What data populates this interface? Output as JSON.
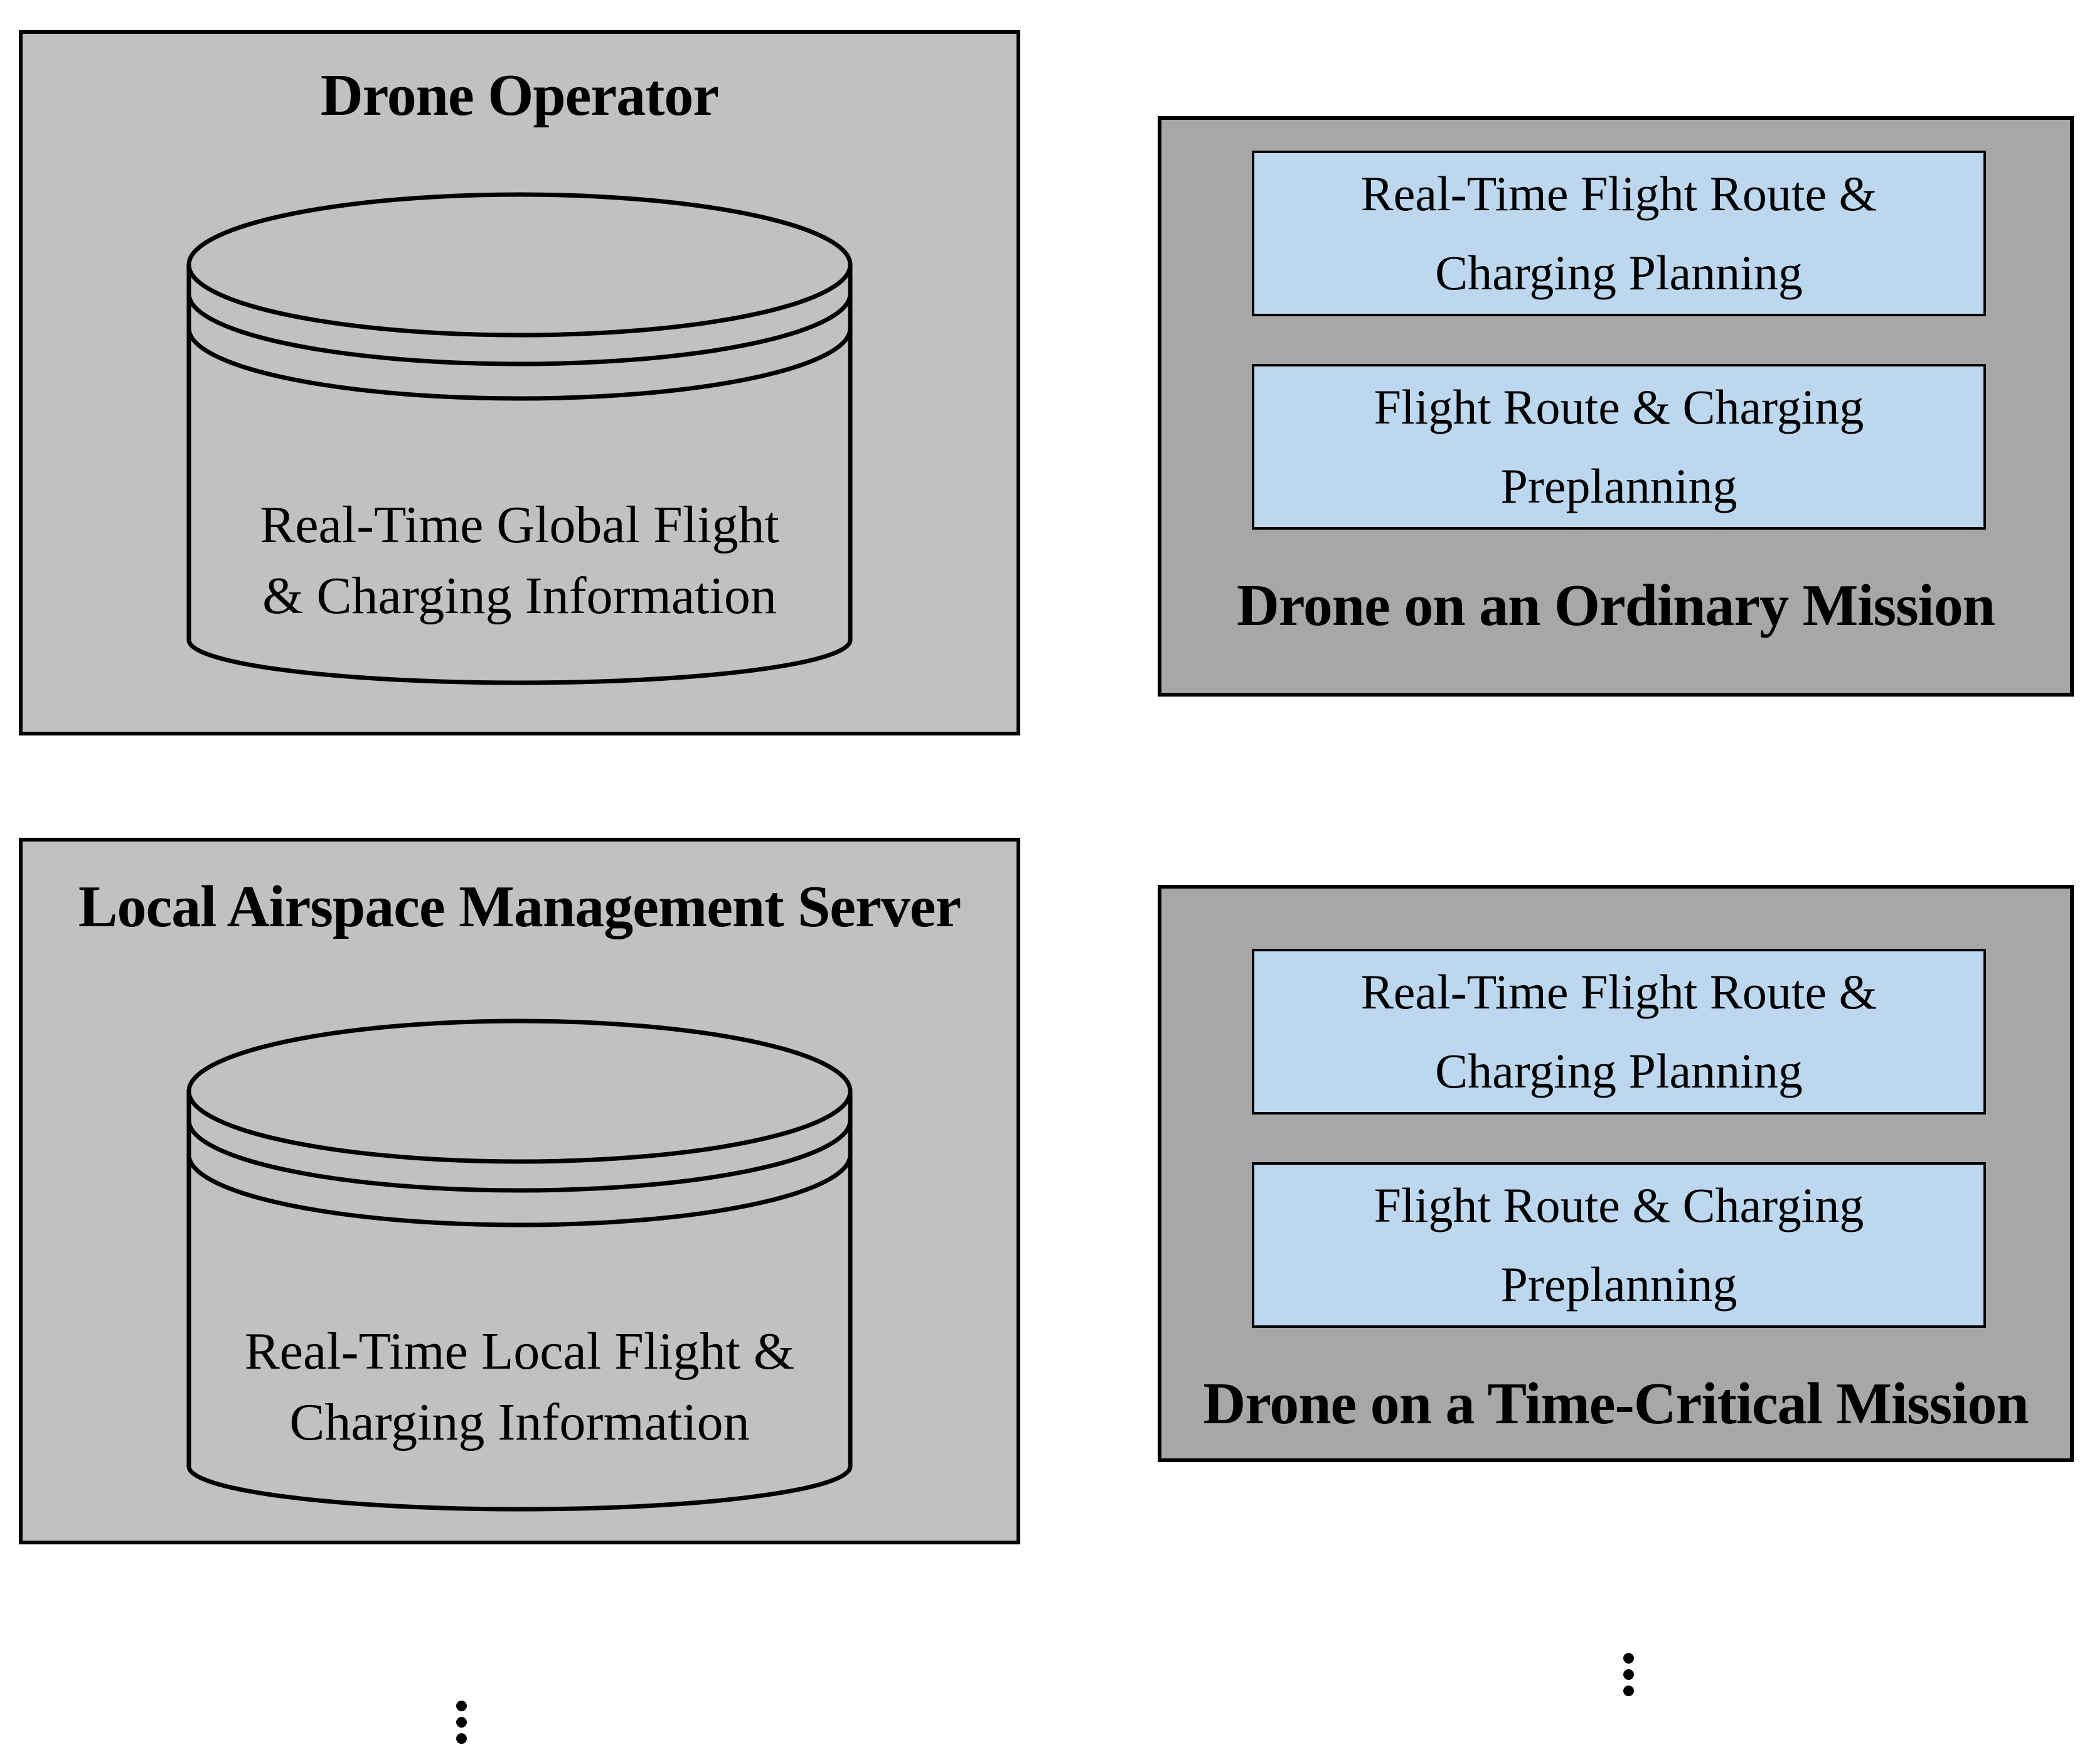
{
  "colors": {
    "page_bg": "#FFFFFF",
    "left_box_bg": "#C1C1C1",
    "right_box_bg": "#A7A7A7",
    "module_box_bg": "#BDD7EE",
    "border": "#000000",
    "text": "#000000"
  },
  "icons": {
    "database_cylinder": "cylinder-shape",
    "vertical_ellipsis": "⋮"
  },
  "left_column": {
    "operator": {
      "title": "Drone Operator",
      "cylinder": {
        "lines": [
          "Real-Time Global Flight",
          "& Charging Information"
        ]
      }
    },
    "lams": {
      "title": "Local Airspace Management Server",
      "cylinder": {
        "lines": [
          "Real-Time Local Flight &",
          "Charging Information"
        ]
      }
    }
  },
  "right_column": {
    "ordinary": {
      "title": "Drone on an Ordinary Mission",
      "modules": [
        {
          "lines": [
            "Real-Time Flight Route &",
            "Charging Planning"
          ]
        },
        {
          "lines": [
            "Flight Route & Charging",
            "Preplanning"
          ]
        }
      ]
    },
    "critical": {
      "title": "Drone on a Time-Critical Mission",
      "modules": [
        {
          "lines": [
            "Real-Time Flight Route &",
            "Charging Planning"
          ]
        },
        {
          "lines": [
            "Flight Route & Charging",
            "Preplanning"
          ]
        }
      ]
    }
  }
}
